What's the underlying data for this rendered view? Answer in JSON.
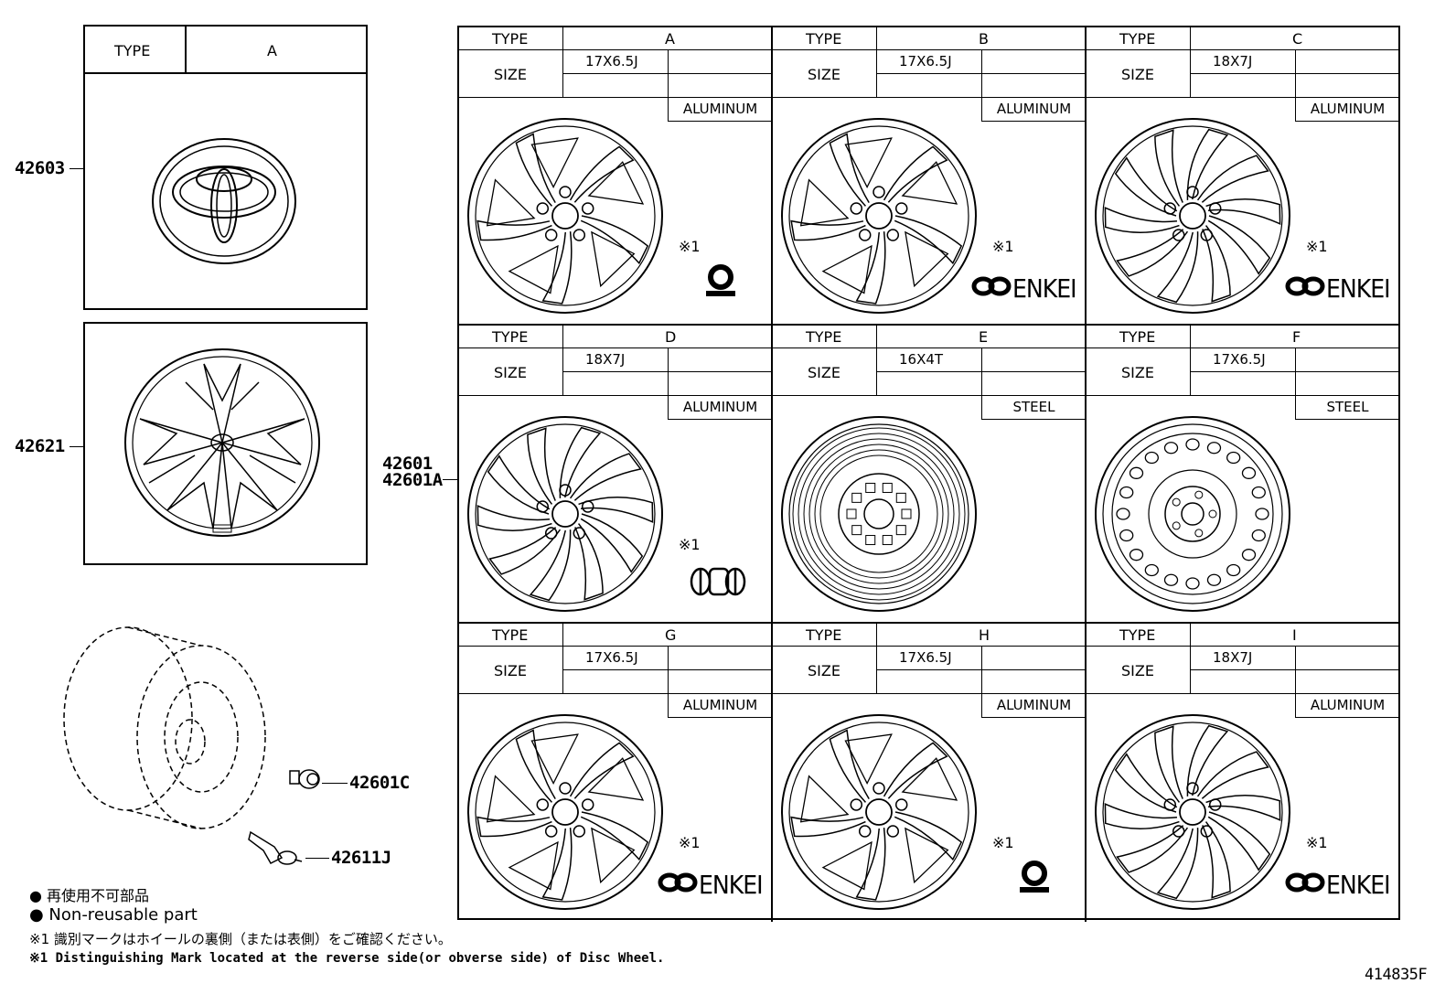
{
  "left": {
    "cap_table": {
      "type_label": "TYPE",
      "type_value": "A"
    },
    "part_cap": "42603",
    "part_cover": "42621",
    "part_wheel": "42601",
    "part_wheel_alt": "42601A",
    "part_nut": "42601C",
    "part_valve": "42611J"
  },
  "wheels": [
    {
      "type_label": "TYPE",
      "type": "A",
      "size_label": "SIZE",
      "size": "17X6.5J",
      "material": "ALUMINUM",
      "mark": "※1",
      "maker": "Q"
    },
    {
      "type_label": "TYPE",
      "type": "B",
      "size_label": "SIZE",
      "size": "17X6.5J",
      "material": "ALUMINUM",
      "mark": "※1",
      "maker": "ENKEI"
    },
    {
      "type_label": "TYPE",
      "type": "C",
      "size_label": "SIZE",
      "size": "18X7J",
      "material": "ALUMINUM",
      "mark": "※1",
      "maker": "ENKEI"
    },
    {
      "type_label": "TYPE",
      "type": "D",
      "size_label": "SIZE",
      "size": "18X7J",
      "material": "ALUMINUM",
      "mark": "※1",
      "maker": "CD"
    },
    {
      "type_label": "TYPE",
      "type": "E",
      "size_label": "SIZE",
      "size": "16X4T",
      "material": "STEEL",
      "mark": "",
      "maker": ""
    },
    {
      "type_label": "TYPE",
      "type": "F",
      "size_label": "SIZE",
      "size": "17X6.5J",
      "material": "STEEL",
      "mark": "",
      "maker": ""
    },
    {
      "type_label": "TYPE",
      "type": "G",
      "size_label": "SIZE",
      "size": "17X6.5J",
      "material": "ALUMINUM",
      "mark": "※1",
      "maker": "ENKEI"
    },
    {
      "type_label": "TYPE",
      "type": "H",
      "size_label": "SIZE",
      "size": "17X6.5J",
      "material": "ALUMINUM",
      "mark": "※1",
      "maker": "Q"
    },
    {
      "type_label": "TYPE",
      "type": "I",
      "size_label": "SIZE",
      "size": "18X7J",
      "material": "ALUMINUM",
      "mark": "※1",
      "maker": "ENKEI"
    }
  ],
  "notes": {
    "line1": "● 再使用不可部品",
    "line2": "● Non-reusable part",
    "line3": "※1 識別マークはホイールの裏側（または表側）をご確認ください。",
    "line4": "※1 Distinguishing Mark located at the reverse side(or obverse side) of Disc Wheel."
  },
  "figure_id": "414835F"
}
